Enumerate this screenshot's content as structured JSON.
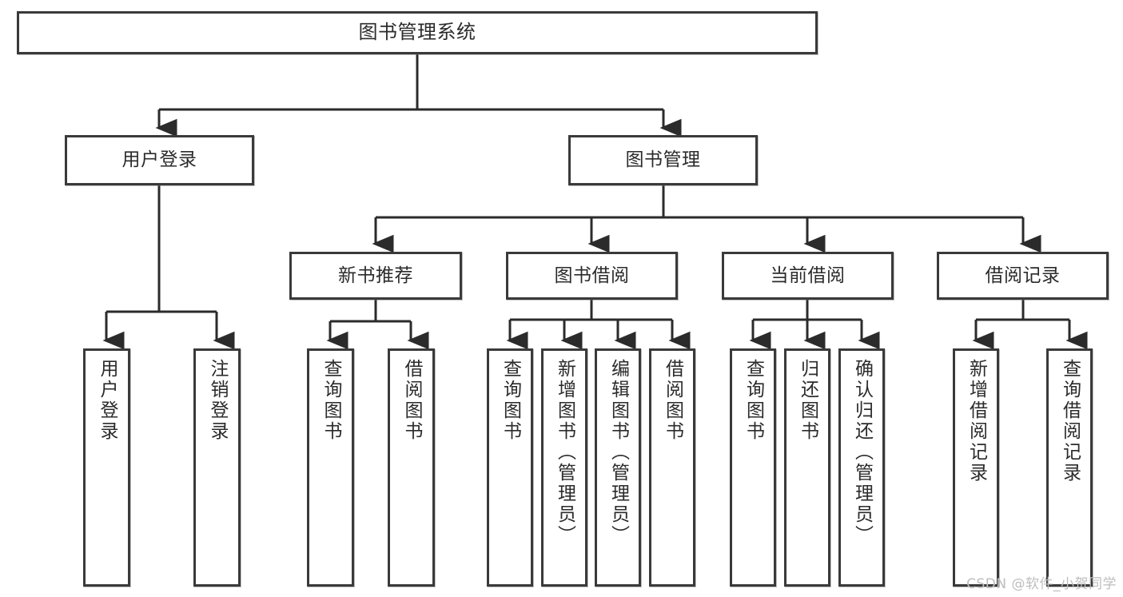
{
  "diagram": {
    "title": "图书管理系统",
    "type": "tree-hierarchy-diagram",
    "watermark": "CSDN @软件_小贺同学",
    "colors": {
      "box_border": "#3a3a3a",
      "box_fill": "#ffffff",
      "edge": "#2b2b2b",
      "text": "#2b2b2b",
      "watermark": "#bdbdbd"
    },
    "levels": {
      "root": {
        "label": "图书管理系统"
      },
      "level2": [
        {
          "id": "user-login",
          "label": "用户登录"
        },
        {
          "id": "book-manage",
          "label": "图书管理"
        }
      ],
      "level3": [
        {
          "id": "new-book-recommend",
          "label": "新书推荐"
        },
        {
          "id": "book-borrow",
          "label": "图书借阅"
        },
        {
          "id": "current-borrow",
          "label": "当前借阅"
        },
        {
          "id": "borrow-record",
          "label": "借阅记录"
        }
      ],
      "leaves": [
        {
          "id": "leaf-user-login",
          "label": "用户登录",
          "parent": "user-login"
        },
        {
          "id": "leaf-logout-login",
          "label": "注销登录",
          "parent": "user-login"
        },
        {
          "id": "leaf-query-book-1",
          "label": "查询图书",
          "parent": "new-book-recommend"
        },
        {
          "id": "leaf-borrow-book-1",
          "label": "借阅图书",
          "parent": "new-book-recommend"
        },
        {
          "id": "leaf-query-book-2",
          "label": "查询图书",
          "parent": "book-borrow"
        },
        {
          "id": "leaf-add-book-admin",
          "label": "新增图书（管理员）",
          "parent": "book-borrow"
        },
        {
          "id": "leaf-edit-book-admin",
          "label": "编辑图书（管理员）",
          "parent": "book-borrow"
        },
        {
          "id": "leaf-borrow-book-2",
          "label": "借阅图书",
          "parent": "book-borrow"
        },
        {
          "id": "leaf-query-book-3",
          "label": "查询图书",
          "parent": "current-borrow"
        },
        {
          "id": "leaf-return-book",
          "label": "归还图书",
          "parent": "current-borrow"
        },
        {
          "id": "leaf-confirm-return-admin",
          "label": "确认归还（管理员）",
          "parent": "current-borrow"
        },
        {
          "id": "leaf-add-borrow-record",
          "label": "新增借阅记录",
          "parent": "borrow-record"
        },
        {
          "id": "leaf-query-borrow-record",
          "label": "查询借阅记录",
          "parent": "borrow-record"
        }
      ]
    }
  }
}
